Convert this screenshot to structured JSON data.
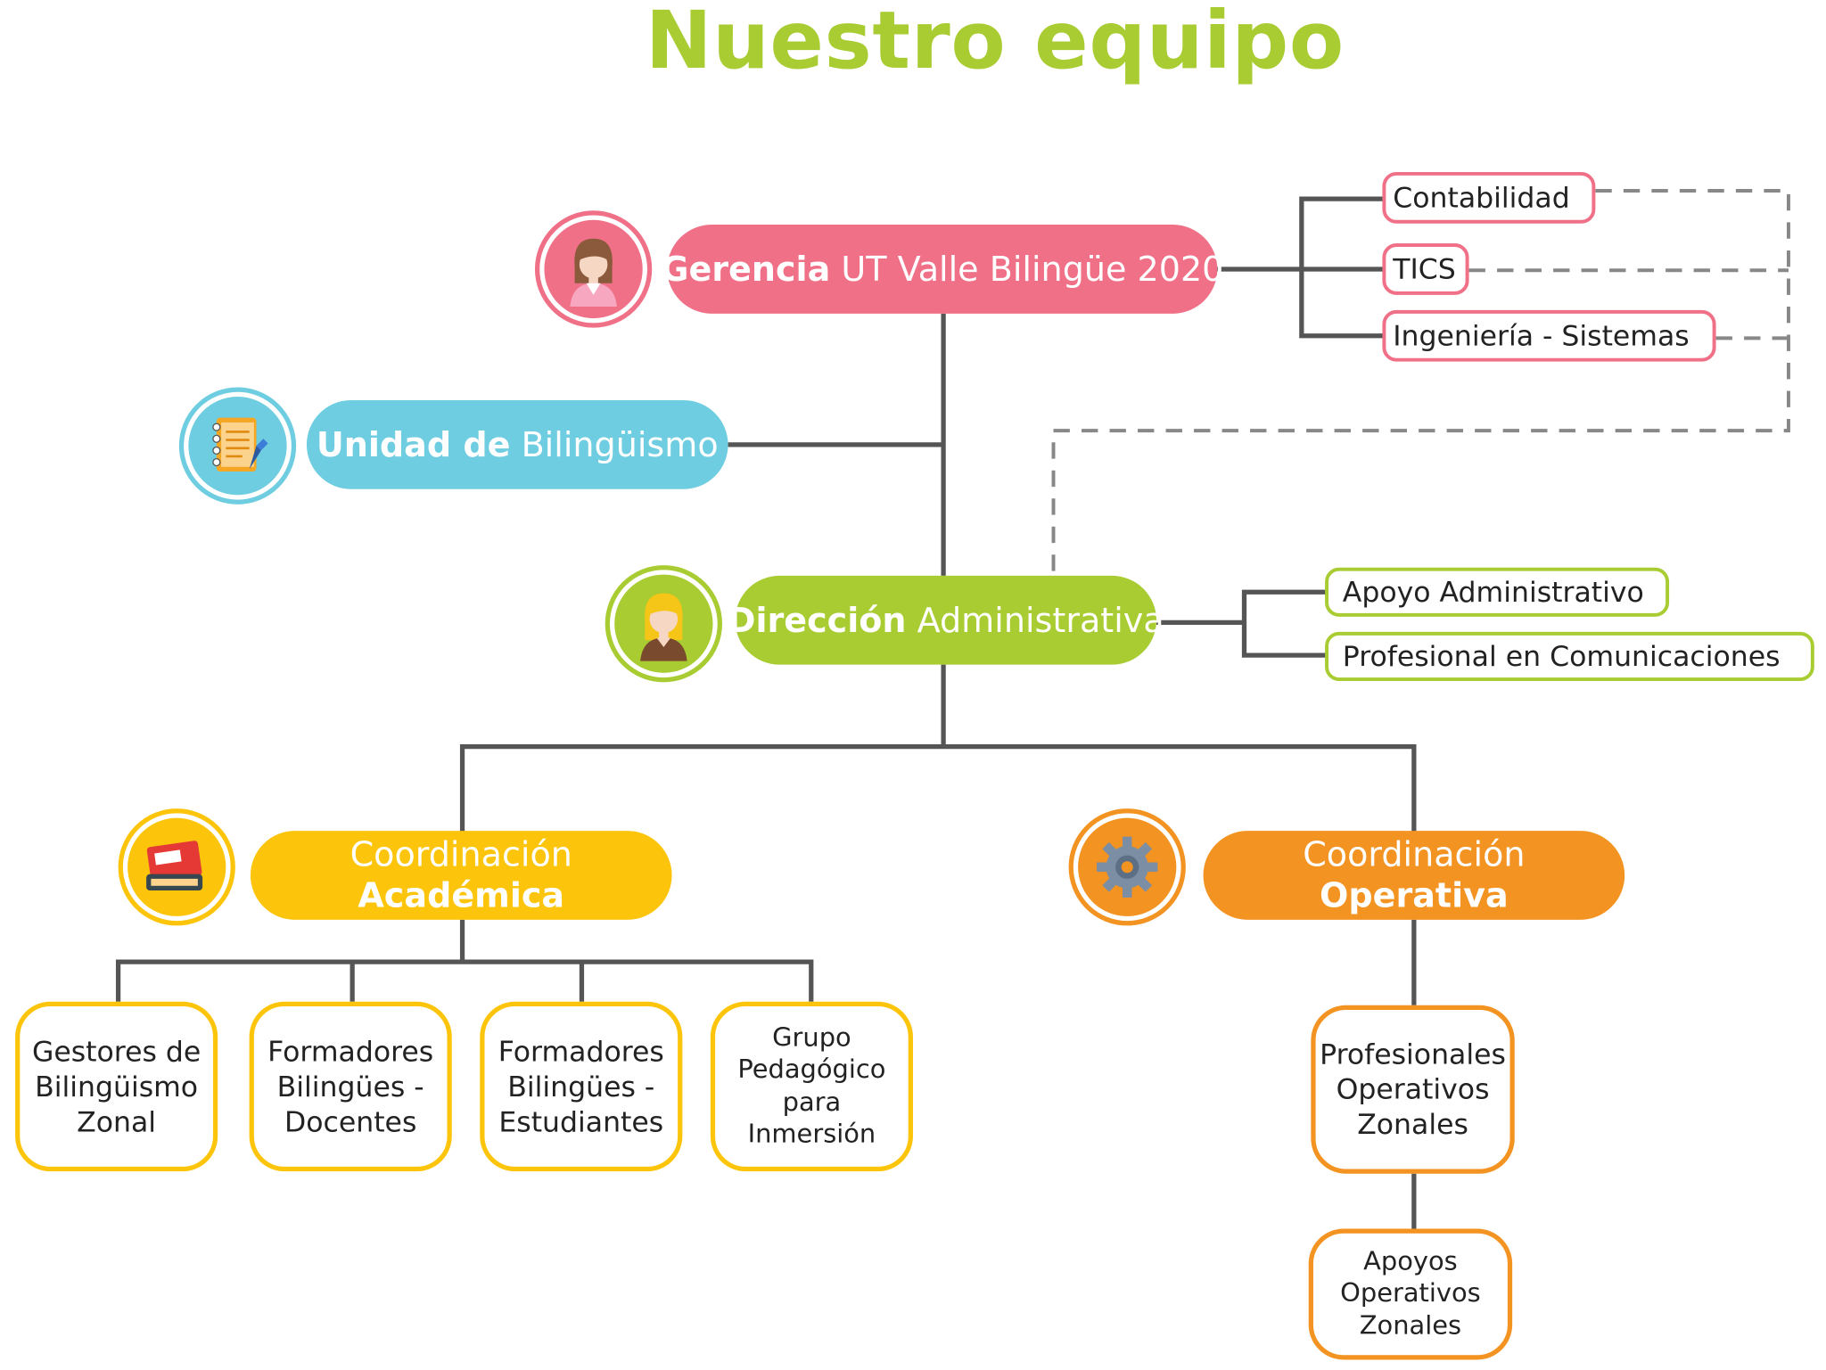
{
  "title": "Nuestro equipo",
  "colors": {
    "pink": "#f07087",
    "blue": "#6ecde0",
    "green": "#a8cc32",
    "yellow": "#fcc50c",
    "orange": "#f39322",
    "connector": "#555555",
    "dashed": "#888888"
  },
  "gerencia": {
    "bold": "Gerencia",
    "rest": "UT Valle Bilingüe 2020",
    "icon": "woman-avatar-icon"
  },
  "gerencia_support": [
    "Contabilidad",
    "TICS",
    "Ingeniería - Sistemas"
  ],
  "unidad": {
    "bold": "Unidad de",
    "rest": "Bilingüismo",
    "icon": "notebook-icon"
  },
  "direccion": {
    "bold": "Dirección",
    "rest": "Administrativa",
    "icon": "blonde-woman-avatar-icon"
  },
  "direccion_support": [
    "Apoyo Administrativo",
    "Profesional en Comunicaciones"
  ],
  "coord_academica": {
    "line1": "Coordinación",
    "line2": "Académica",
    "icon": "books-icon"
  },
  "coord_operativa": {
    "line1": "Coordinación",
    "line2": "Operativa",
    "icon": "gear-icon"
  },
  "academica_teams": [
    "Gestores de\nBilingüismo\nZonal",
    "Formadores\nBilingües -\nDocentes",
    "Formadores\nBilingües -\nEstudiantes",
    "Grupo\nPedagógico\npara\nInmersión"
  ],
  "operativa_teams": [
    "Profesionales\nOperativos\nZonales",
    "Apoyos\nOperativos\nZonales"
  ]
}
